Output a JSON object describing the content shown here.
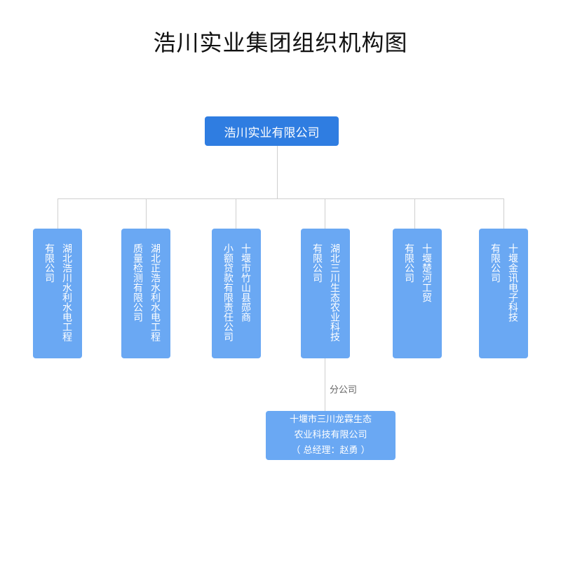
{
  "title": "浩川实业集团组织机构图",
  "root": "浩川实业有限公司",
  "subsidiaries": [
    {
      "col1": "湖北浩川水利水电工程",
      "col2": "有限公司"
    },
    {
      "col1": "湖北正浩水利水电工程",
      "col2": "质量检测有限公司"
    },
    {
      "col1": "十堰市竹山县郧商",
      "col2": "小额贷款有限责任公司"
    },
    {
      "col1": "湖北三川生态农业科技",
      "col2": "有限公司"
    },
    {
      "col1": "十堰楚河工贸",
      "col2": "有限公司"
    },
    {
      "col1": "十堰金讯电子科技",
      "col2": "有限公司"
    }
  ],
  "branch_label": "分公司",
  "branch": {
    "line1": "十堰市三川龙霖生态",
    "line2": "农业科技有限公司",
    "line3": "（ 总经理：赵勇 ）"
  },
  "colors": {
    "root": "#2f7de1",
    "node": "#6aa8f3",
    "connector": "#cfcfcf"
  }
}
